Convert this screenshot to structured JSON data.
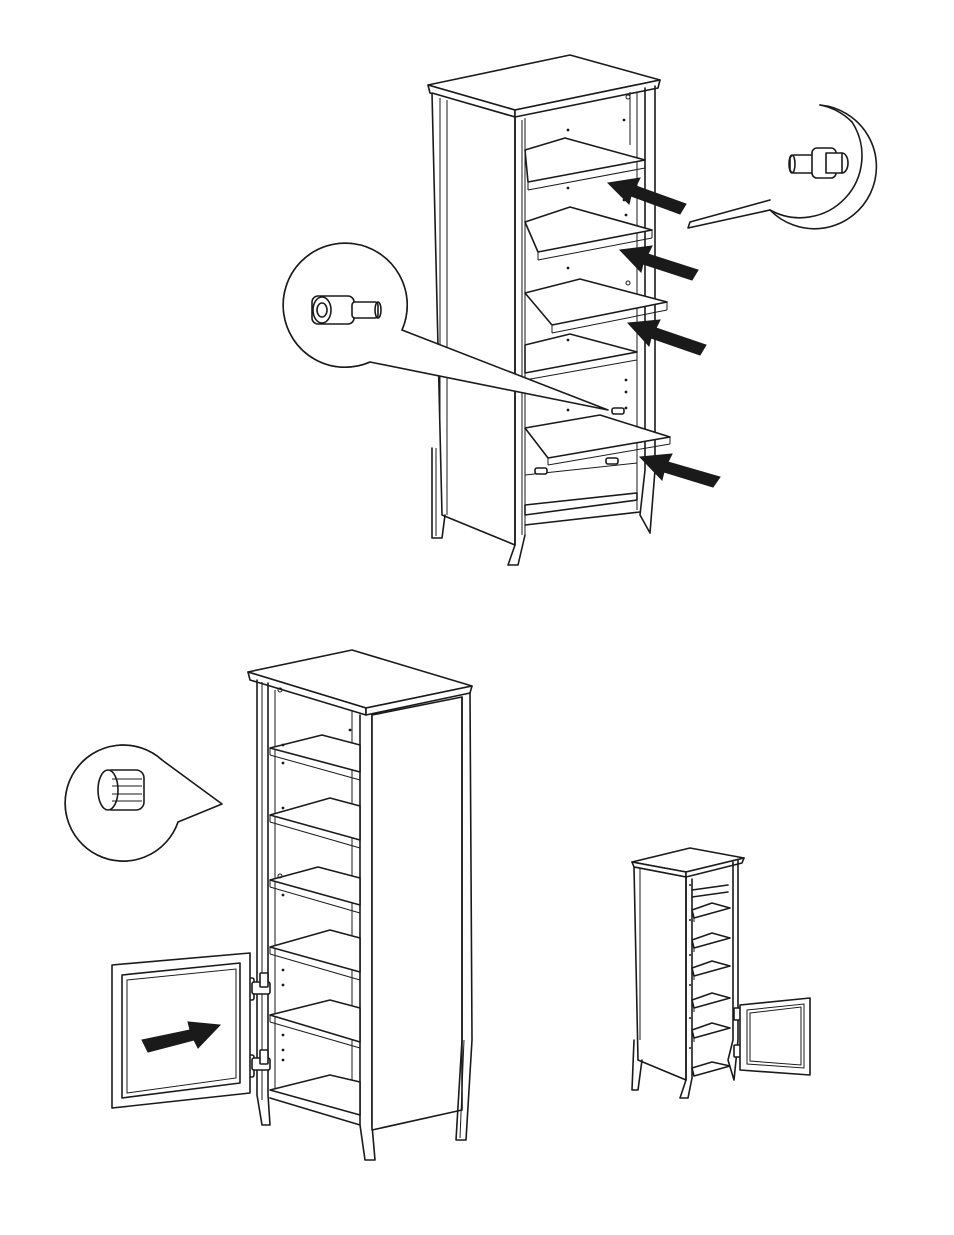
{
  "figure": {
    "kind": "assembly instruction illustration",
    "line_color": "#1a1a1a",
    "background_color": "#ffffff",
    "panels": [
      {
        "id": "shelf-install",
        "arrows": 4,
        "callouts": [
          "shelf-pin-callout-left",
          "shelf-pin-callout-right"
        ]
      },
      {
        "id": "door-install",
        "arrows": 1,
        "callouts": [
          "door-bumper-callout"
        ]
      },
      {
        "id": "finished-cabinet",
        "arrows": 0,
        "callouts": []
      }
    ],
    "icons": [
      "shelf-pin-icon",
      "door-bumper-icon",
      "hinge-icon",
      "arrow-icon"
    ]
  }
}
